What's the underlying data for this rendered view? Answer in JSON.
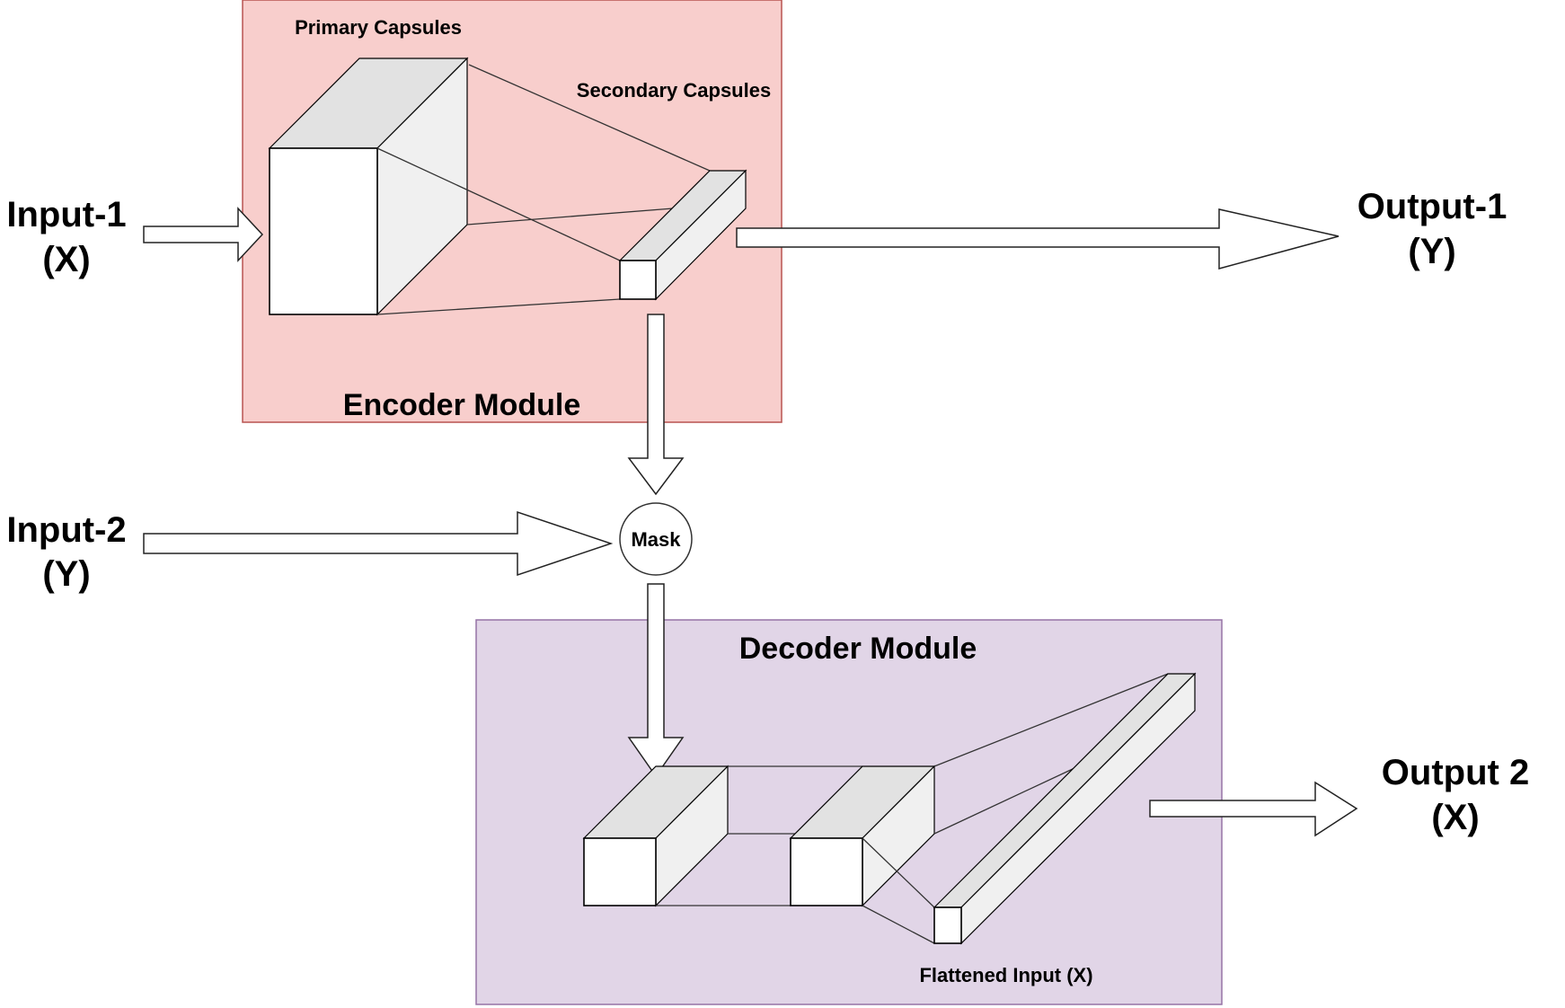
{
  "diagram": {
    "type": "capsule-network-architecture",
    "inputs": [
      {
        "id": "input-1",
        "line1": "Input-1",
        "line2": "(X)"
      },
      {
        "id": "input-2",
        "line1": "Input-2",
        "line2": "(Y)"
      }
    ],
    "outputs": [
      {
        "id": "output-1",
        "line1": "Output-1",
        "line2": "(Y)"
      },
      {
        "id": "output-2",
        "line1": "Output 2",
        "line2": "(X)"
      }
    ],
    "encoder": {
      "title": "Encoder Module",
      "primary_label": "Primary Capsules",
      "secondary_label": "Secondary Capsules",
      "fill": "#f8cecc",
      "stroke": "#b85450"
    },
    "mask": {
      "label": "Mask"
    },
    "decoder": {
      "title": "Decoder Module",
      "flattened_label": "Flattened Input (X)",
      "fill": "#e1d5e7",
      "stroke": "#9673a6"
    },
    "edges": [
      {
        "from": "Input-1",
        "to": "Primary Capsules"
      },
      {
        "from": "Primary Capsules",
        "to": "Secondary Capsules"
      },
      {
        "from": "Secondary Capsules",
        "to": "Output-1"
      },
      {
        "from": "Secondary Capsules",
        "to": "Mask"
      },
      {
        "from": "Input-2",
        "to": "Mask"
      },
      {
        "from": "Mask",
        "to": "Decoder Module"
      },
      {
        "from": "Decoder Module",
        "to": "Flattened Input (X)"
      },
      {
        "from": "Flattened Input (X)",
        "to": "Output 2"
      }
    ]
  }
}
